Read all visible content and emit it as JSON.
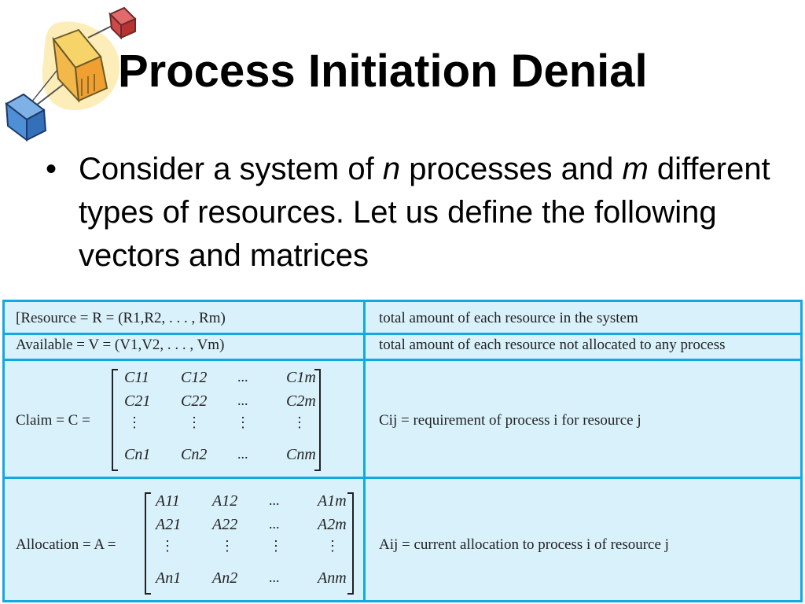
{
  "slide": {
    "title": "Process Initiation Denial",
    "bullet_parts": [
      "Consider a system of ",
      "n",
      " processes and ",
      "m",
      " different types of resources. Let us define the following vectors and matrices"
    ]
  },
  "table": {
    "rows": [
      {
        "left": "[Resource = R = (R1,R2, . . . , Rm)",
        "right": "total amount of each resource in the system"
      },
      {
        "left": "Available = V = (V1,V2, . . . , Vm)",
        "right": "total amount of each resource not allocated to any process"
      },
      {
        "left": "Claim = C =",
        "right": "Cij = requirement of process i for resource j",
        "matrix": [
          [
            "C11",
            "C12",
            "...",
            "C1m"
          ],
          [
            "C21",
            "C22",
            "...",
            "C2m"
          ],
          [
            "⋮",
            "⋮",
            "⋮",
            "⋮"
          ],
          [
            "Cn1",
            "Cn2",
            "...",
            "Cnm"
          ]
        ]
      },
      {
        "left": "Allocation = A =",
        "right": "Aij = current allocation to process i of resource j",
        "matrix": [
          [
            "A11",
            "A12",
            "...",
            "A1m"
          ],
          [
            "A21",
            "A22",
            "...",
            "A2m"
          ],
          [
            "⋮",
            "⋮",
            "⋮",
            "⋮"
          ],
          [
            "An1",
            "An2",
            "...",
            "Anm"
          ]
        ]
      }
    ]
  },
  "colors": {
    "border": "#12a9e2",
    "fill": "#d9f1fb"
  },
  "icons": [
    "cubes-logo-icon",
    "bullet-dot-icon"
  ]
}
